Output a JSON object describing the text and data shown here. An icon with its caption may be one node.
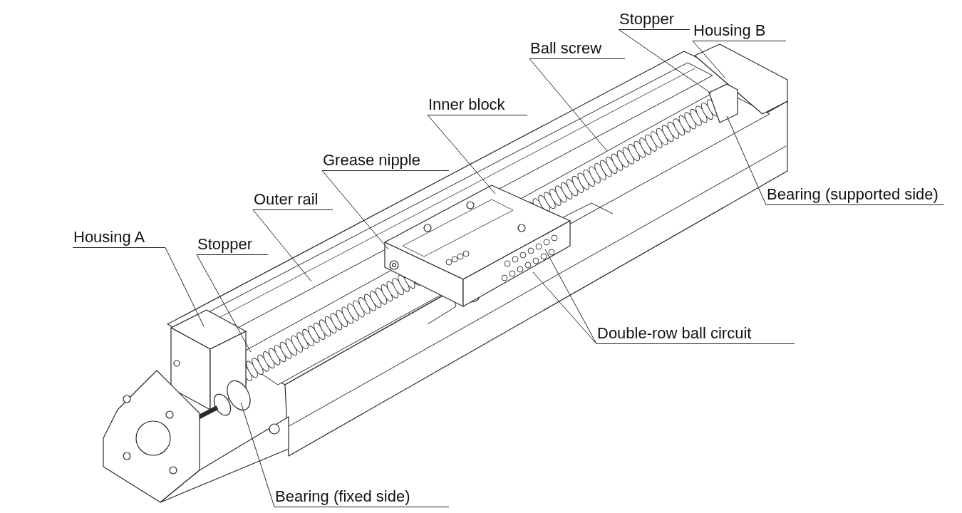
{
  "diagram": {
    "nodes": [
      {
        "text": [
          "Stopper"
        ]
      },
      {
        "text": [
          "Housing B"
        ]
      },
      {
        "text": [
          "Ball screw"
        ]
      },
      {
        "text": [
          "Inner block"
        ]
      },
      {
        "text": [
          "Grease nipple"
        ]
      },
      {
        "text": [
          "Bearing (supported side)"
        ]
      },
      {
        "text": [
          "Outer rail"
        ]
      },
      {
        "text": [
          "Housing A"
        ]
      },
      {
        "text": [
          "Stopper"
        ]
      },
      {
        "text": [
          "Double-row ball circuit"
        ]
      },
      {
        "text": [
          "Bearing (fixed side)"
        ]
      }
    ],
    "edges": [
      {
        "from": 0,
        "to": null,
        "arrow": "none"
      },
      {
        "from": 1,
        "to": null,
        "arrow": "none"
      },
      {
        "from": 2,
        "to": null,
        "arrow": "none"
      },
      {
        "from": 3,
        "to": null,
        "arrow": "none"
      },
      {
        "from": 4,
        "to": null,
        "arrow": "none"
      },
      {
        "from": 5,
        "to": null,
        "arrow": "none"
      },
      {
        "from": 6,
        "to": null,
        "arrow": "none"
      },
      {
        "from": 7,
        "to": null,
        "arrow": "none"
      },
      {
        "from": 8,
        "to": null,
        "arrow": "none"
      },
      {
        "from": 9,
        "to": null,
        "arrow": "none"
      },
      {
        "from": 9,
        "to": null,
        "arrow": "none"
      },
      {
        "from": 10,
        "to": null,
        "arrow": "none"
      }
    ]
  }
}
